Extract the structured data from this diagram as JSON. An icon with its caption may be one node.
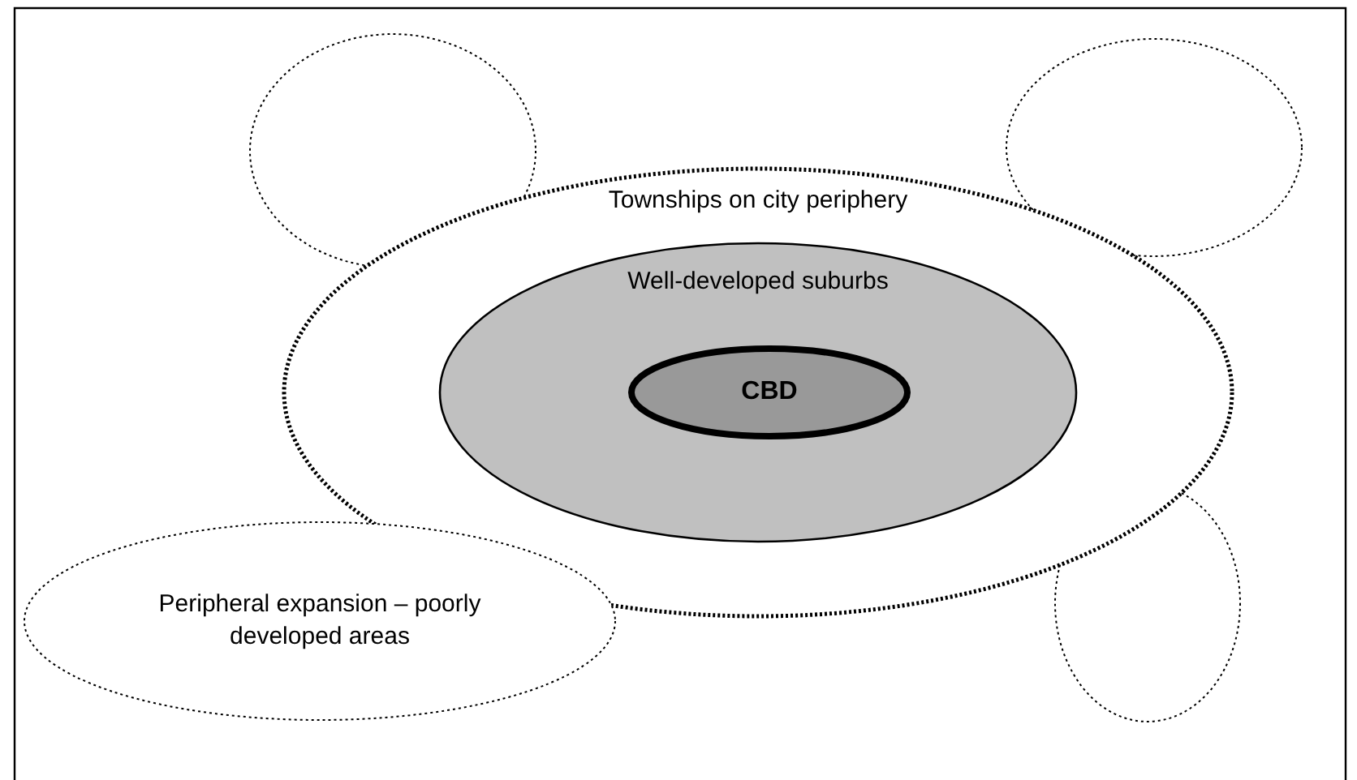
{
  "diagram": {
    "nodes": [
      {
        "text": [],
        "shape": "ellipse"
      },
      {
        "text": [],
        "shape": "ellipse"
      },
      {
        "text": [
          "Townships on city periphery"
        ]
      },
      {
        "text": [
          "Well-developed suburbs"
        ],
        "in": 2
      },
      {
        "text": [
          "CBD"
        ],
        "in": 3
      },
      {
        "text": [
          "Peripheral expansion – poorly developed areas"
        ]
      },
      {
        "text": [],
        "shape": "ellipse"
      }
    ]
  }
}
